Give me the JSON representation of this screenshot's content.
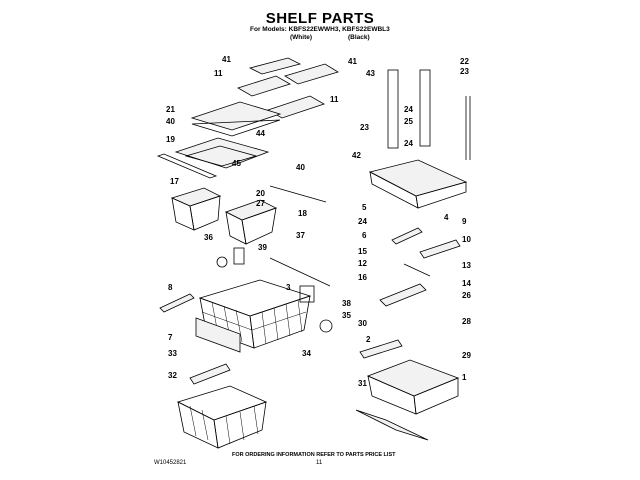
{
  "header": {
    "title": "SHELF PARTS",
    "models_line": "For Models: KBFS22EWWH3, KBFS22EWBL3",
    "white_label": "(White)",
    "black_label": "(Black)"
  },
  "footer": {
    "doc_number": "W10452821",
    "note": "FOR ORDERING INFORMATION REFER TO PARTS PRICE LIST",
    "page_number": "11"
  },
  "callouts": {
    "c41a": "41",
    "c41b": "41",
    "c11a": "11",
    "c11b": "11",
    "c21": "21",
    "c40a": "40",
    "c44": "44",
    "c19": "19",
    "c45": "45",
    "c40b": "40",
    "c17": "17",
    "c20": "20",
    "c27": "27",
    "c18": "18",
    "c36": "36",
    "c39": "39",
    "c37": "37",
    "c8": "8",
    "c3": "3",
    "c38": "38",
    "c35": "35",
    "c7": "7",
    "c34": "34",
    "c33": "33",
    "c32": "32",
    "c43": "43",
    "c22": "22",
    "c23a": "23",
    "c24a": "24",
    "c23b": "23",
    "c25": "25",
    "c24b": "24",
    "c42": "42",
    "c5": "5",
    "c4": "4",
    "c24c": "24",
    "c9": "9",
    "c6": "6",
    "c10": "10",
    "c15": "15",
    "c12": "12",
    "c13": "13",
    "c16": "16",
    "c14": "14",
    "c26": "26",
    "c30": "30",
    "c28": "28",
    "c2": "2",
    "c29": "29",
    "c31": "31",
    "c1": "1"
  }
}
